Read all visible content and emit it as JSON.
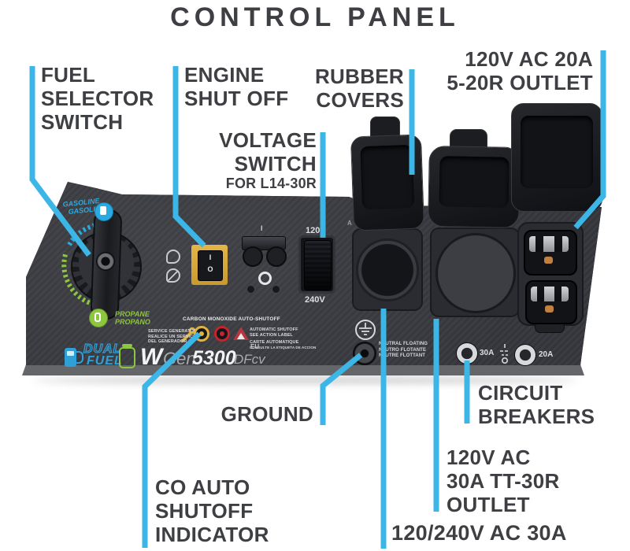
{
  "title": "CONTROL PANEL",
  "colors": {
    "accent_blue": "#3CB5E7",
    "panel_dark": "#36373C",
    "label_text": "#3E3F43",
    "switch_yellow": "#DFAE3C",
    "gasoline_blue": "#29ABE2",
    "propane_green": "#8DC63F",
    "indicator_red": "#C4242B",
    "copper": "#BF8040"
  },
  "callouts": {
    "fuel_selector": [
      "FUEL",
      "SELECTOR",
      "SWITCH"
    ],
    "engine_shut_off": [
      "ENGINE",
      "SHUT OFF"
    ],
    "rubber_covers": [
      "RUBBER",
      "COVERS"
    ],
    "outlet_5_20r": [
      "120V AC 20A",
      "5-20R OUTLET"
    ],
    "voltage_switch": [
      "VOLTAGE",
      "SWITCH"
    ],
    "voltage_switch_sub": "FOR L14-30R",
    "ground": "GROUND",
    "co_auto": [
      "CO AUTO",
      "SHUTOFF",
      "INDICATOR"
    ],
    "circuit_breakers": [
      "CIRCUIT",
      "BREAKERS"
    ],
    "outlet_tt_30r": [
      "120V AC",
      "30A TT-30R",
      "OUTLET"
    ],
    "outlet_120_240": "120/240V AC 30A"
  },
  "panel": {
    "fuel_labels": {
      "gasoline": [
        "GASOLINE",
        "GASOLINA"
      ],
      "propane": [
        "PROPANE",
        "PROPANO"
      ]
    },
    "engine_switch": {
      "on": "I",
      "off": "O"
    },
    "voltage_switch": {
      "top": "120V",
      "bottom": "240V"
    },
    "bracket": {
      "mark": "I"
    },
    "co_cluster": {
      "title": "CARBON MONOXIDE AUTO-SHUTOFF",
      "service": [
        "SERVICE GENERATOR",
        "REALICE UN SERVICIO",
        "DEL GENERADOR"
      ],
      "auto": [
        "AUTOMATIC SHUTOFF",
        "SEE ACTION LABEL",
        "CARTE AUTOMATIQUE",
        "CONSULTE LA ETIQUETA DE ACCION"
      ],
      "eu": "EU"
    },
    "neutral": [
      "NEUTRAL FLOATING",
      "NEUTRO FLOTANTE",
      "NEUTRE FLOTTANT"
    ],
    "breakers": {
      "b30": "30A",
      "b20": "20A"
    },
    "brand": {
      "dual": "DUAL",
      "fuel": "FUEL",
      "w": "W",
      "gen": "Gen",
      "model": "5300",
      "suffix": "DFcv"
    },
    "fragments": {
      "f1": "A",
      "f2": "0A",
      "f3": "0A"
    }
  }
}
